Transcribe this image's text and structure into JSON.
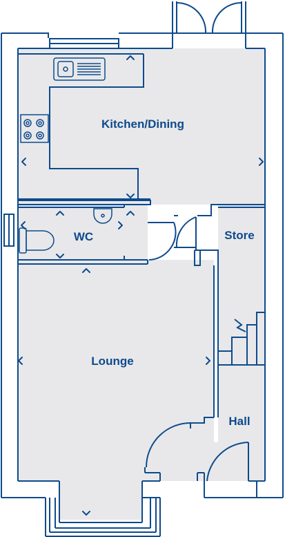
{
  "colors": {
    "line": "#0d4a8c",
    "floor": "#e8e8ea",
    "paper": "#ffffff"
  },
  "rooms": {
    "kitchen_dining": "Kitchen/Dining",
    "wc": "WC",
    "store": "Store",
    "lounge": "Lounge",
    "hall": "Hall"
  },
  "symbols": [
    "sink-icon",
    "hob-icon",
    "toilet-icon",
    "basin-icon",
    "dimension-arrow-icon"
  ]
}
